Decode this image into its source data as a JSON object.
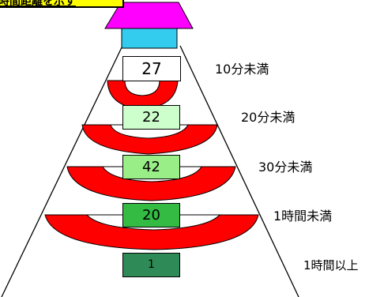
{
  "title_banner": "時間距離を示す",
  "levels": [
    {
      "value": "27",
      "label": "10分未満",
      "box_color": "#ffffff"
    },
    {
      "value": "22",
      "label": "20分未満",
      "box_color": "#ccffcc"
    },
    {
      "value": "42",
      "label": "30分未満",
      "box_color": "#99ee88"
    },
    {
      "value": "20",
      "label": "1時間未満",
      "box_color": "#33bb44"
    },
    {
      "value": "1",
      "label": "1時間以上",
      "box_color": "#2e8b57"
    }
  ],
  "colors": {
    "roof": "#ff00ff",
    "chimney": "#33ccee",
    "ring": "#ff0000",
    "banner": "#ffff00",
    "outline": "#000000"
  }
}
